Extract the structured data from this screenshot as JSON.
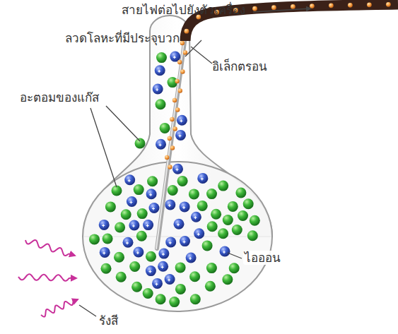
{
  "diagram": {
    "labels": [
      "สายไฟต่อไปยังตัวเครื่อง",
      "ลวดโลหะที่มีประจุบวก",
      "อิเล็กตรอน",
      "อะตอมของแก๊ส",
      "ไอออน",
      "รังสี"
    ]
  }
}
